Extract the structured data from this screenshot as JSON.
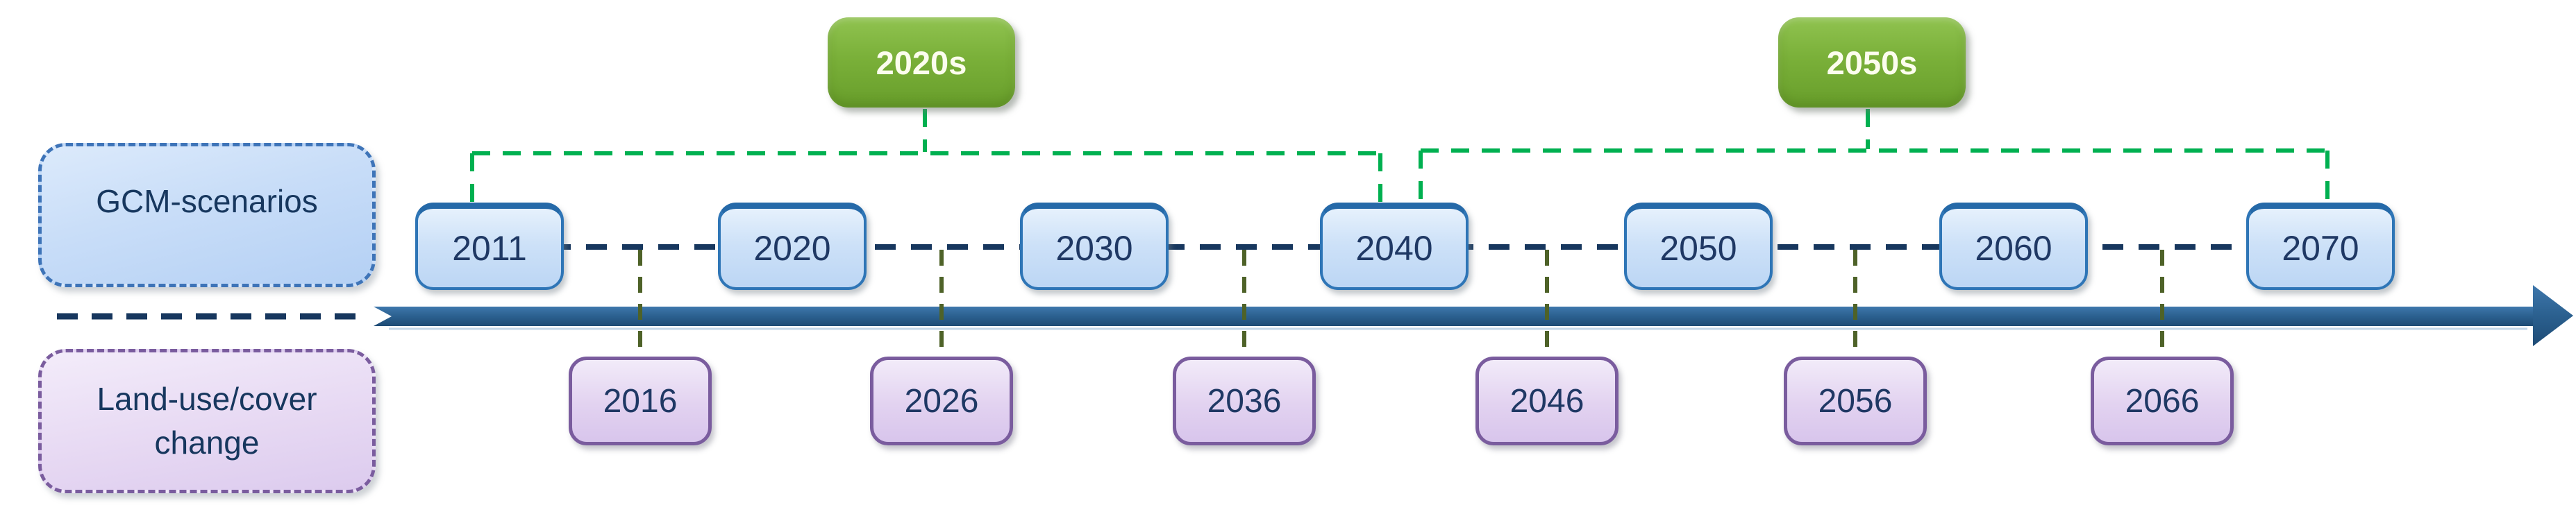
{
  "diagram": {
    "description_visible_only": "timeline",
    "decade_labels": {
      "first": "2020s",
      "second": "2050s"
    },
    "gcm": {
      "label": "GCM-scenarios",
      "years": [
        "2011",
        "2020",
        "2030",
        "2040",
        "2050",
        "2060",
        "2070"
      ]
    },
    "land_use": {
      "label_line1": "Land-use/cover",
      "label_line2": "change",
      "years": [
        "2016",
        "2026",
        "2036",
        "2046",
        "2056",
        "2066"
      ]
    },
    "decade_brackets": [
      {
        "decade": "2020s",
        "from_year": "2011",
        "to_year": "2040"
      },
      {
        "decade": "2050s",
        "from_year": "2040",
        "to_year": "2070"
      }
    ],
    "colors": {
      "green_box": "#7AB039",
      "green_dash": "#00B050",
      "olive_dash": "#4E6228",
      "navy_dash": "#17375E",
      "blue_box_border": "#2E75B6",
      "blue_box_fill": "#CDE1F8",
      "purple_box_border": "#7A5C9E",
      "purple_box_fill": "#E2D2F0",
      "timeline_bar": "#2B5F8D",
      "year_text": "#1F3864",
      "decade_text": "#FCFDEE"
    }
  }
}
